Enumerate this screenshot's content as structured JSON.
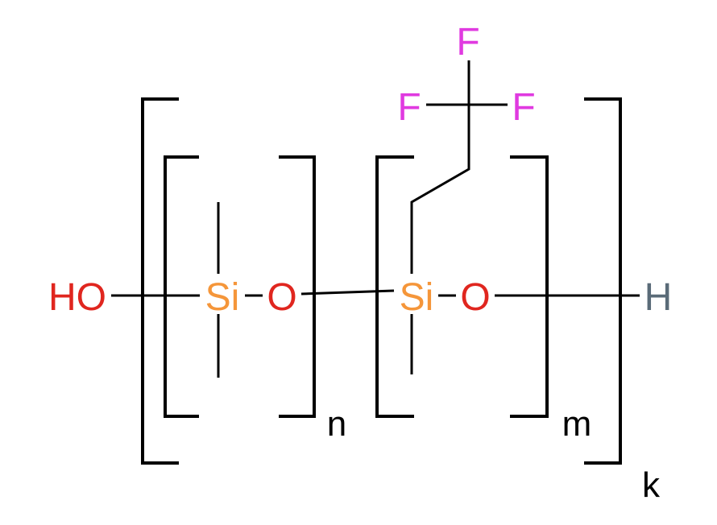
{
  "colors": {
    "oxygen": "#e0261f",
    "silicon": "#f5963a",
    "fluorine": "#e03ae0",
    "hydrogen": "#5a6b78",
    "bond": "#000000"
  },
  "atoms": {
    "ho": "HO",
    "si_1": "Si",
    "o_1": "O",
    "si_2": "Si",
    "o_2": "O",
    "h_end": "H",
    "f_top": "F",
    "f_left": "F",
    "f_right": "F"
  },
  "subscripts": {
    "n": "n",
    "m": "m",
    "k": "k"
  }
}
